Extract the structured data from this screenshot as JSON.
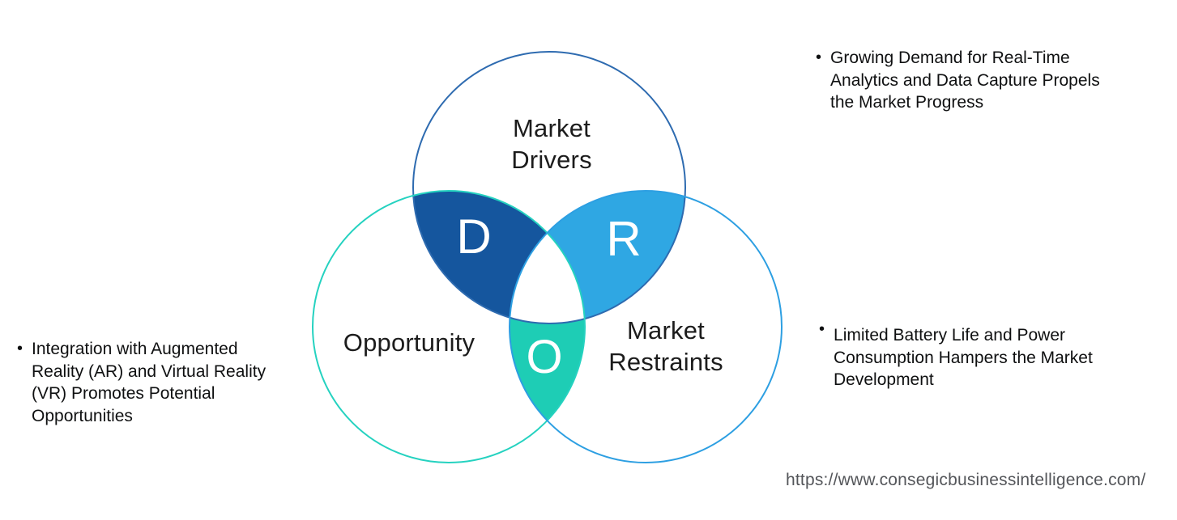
{
  "colors": {
    "background": "#FFFFFF",
    "drivers_region_fill": "#15569E",
    "restraints_region_fill": "#2FA7E3",
    "opportunity_region_fill": "#1ECDB5",
    "drivers_circle_stroke": "#2E6BB0",
    "opportunity_circle_stroke": "#25D2C0",
    "restraints_circle_stroke": "#2D9FE2",
    "letter_color": "#FFFFFF",
    "label_color": "#1C1C1C",
    "note_text_color": "#0F1011",
    "url_color": "#54565A"
  },
  "venn": {
    "drivers": {
      "label_lines": [
        "Market",
        "Drivers"
      ],
      "letter": "D"
    },
    "opportunity": {
      "label_lines": [
        "Opportunity"
      ],
      "letter": "O"
    },
    "restraints": {
      "label_lines": [
        "Market",
        "Restraints"
      ],
      "letter": "R"
    }
  },
  "notes": {
    "driver": {
      "bullet": "•",
      "lines": [
        "Growing Demand for Real-Time",
        "Analytics and Data Capture Propels",
        "the Market Progress"
      ]
    },
    "restraint": {
      "bullet": "•",
      "lines": [
        "Limited Battery Life and Power",
        "Consumption Hampers the Market",
        "Development"
      ]
    },
    "opportunity": {
      "bullet": "•",
      "lines": [
        "Integration with Augmented",
        "Reality (AR) and Virtual Reality",
        "(VR) Promotes Potential",
        "Opportunities"
      ]
    }
  },
  "footer": {
    "url": "https://www.consegicbusinessintelligence.com/"
  }
}
